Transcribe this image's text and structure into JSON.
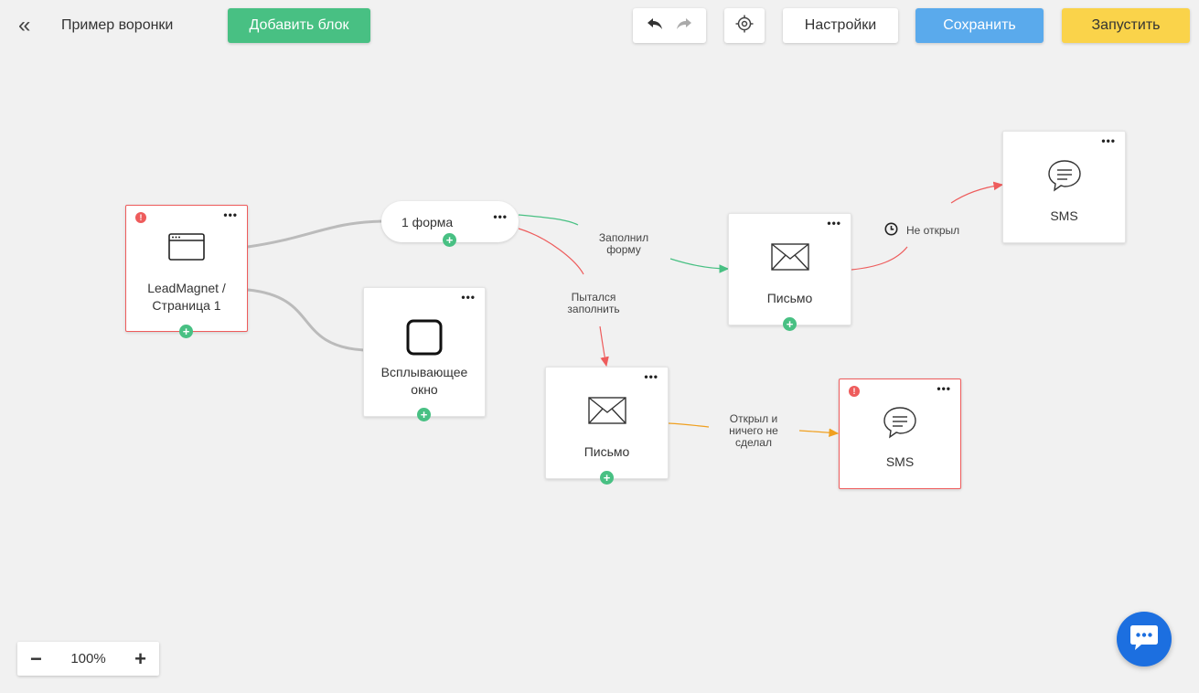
{
  "header": {
    "back_glyph": "«",
    "title": "Пример воронки",
    "add_block_label": "Добавить блок",
    "settings_label": "Настройки",
    "save_label": "Сохранить",
    "run_label": "Запустить"
  },
  "nodes": {
    "leadmagnet": {
      "label_line1": "LeadMagnet /",
      "label_line2": "Страница 1",
      "icon": "browser-window-icon",
      "error": true
    },
    "form": {
      "label": "1 форма"
    },
    "popup": {
      "label_line1": "Всплывающее",
      "label_line2": "окно",
      "icon": "square-icon"
    },
    "email_top": {
      "label": "Письмо",
      "icon": "envelope-icon"
    },
    "email_bottom": {
      "label": "Письмо",
      "icon": "envelope-icon"
    },
    "sms_top": {
      "label": "SMS",
      "icon": "chat-bubble-icon"
    },
    "sms_bottom": {
      "label": "SMS",
      "icon": "chat-bubble-icon",
      "error": true
    }
  },
  "edges": {
    "filled_form_line1": "Заполнил",
    "filled_form_line2": "форму",
    "tried_line1": "Пытался",
    "tried_line2": "заполнить",
    "not_opened": "Не открыл",
    "opened_line1": "Открыл и",
    "opened_line2": "ничего не",
    "opened_line3": "сделал"
  },
  "zoom": {
    "minus": "−",
    "value": "100%",
    "plus": "+"
  },
  "colors": {
    "green": "#48c083",
    "blue": "#5aaaec",
    "yellow": "#fad34a",
    "red": "#ee5c5c",
    "orange": "#f0a020",
    "chat_blue": "#1c6fe0"
  }
}
